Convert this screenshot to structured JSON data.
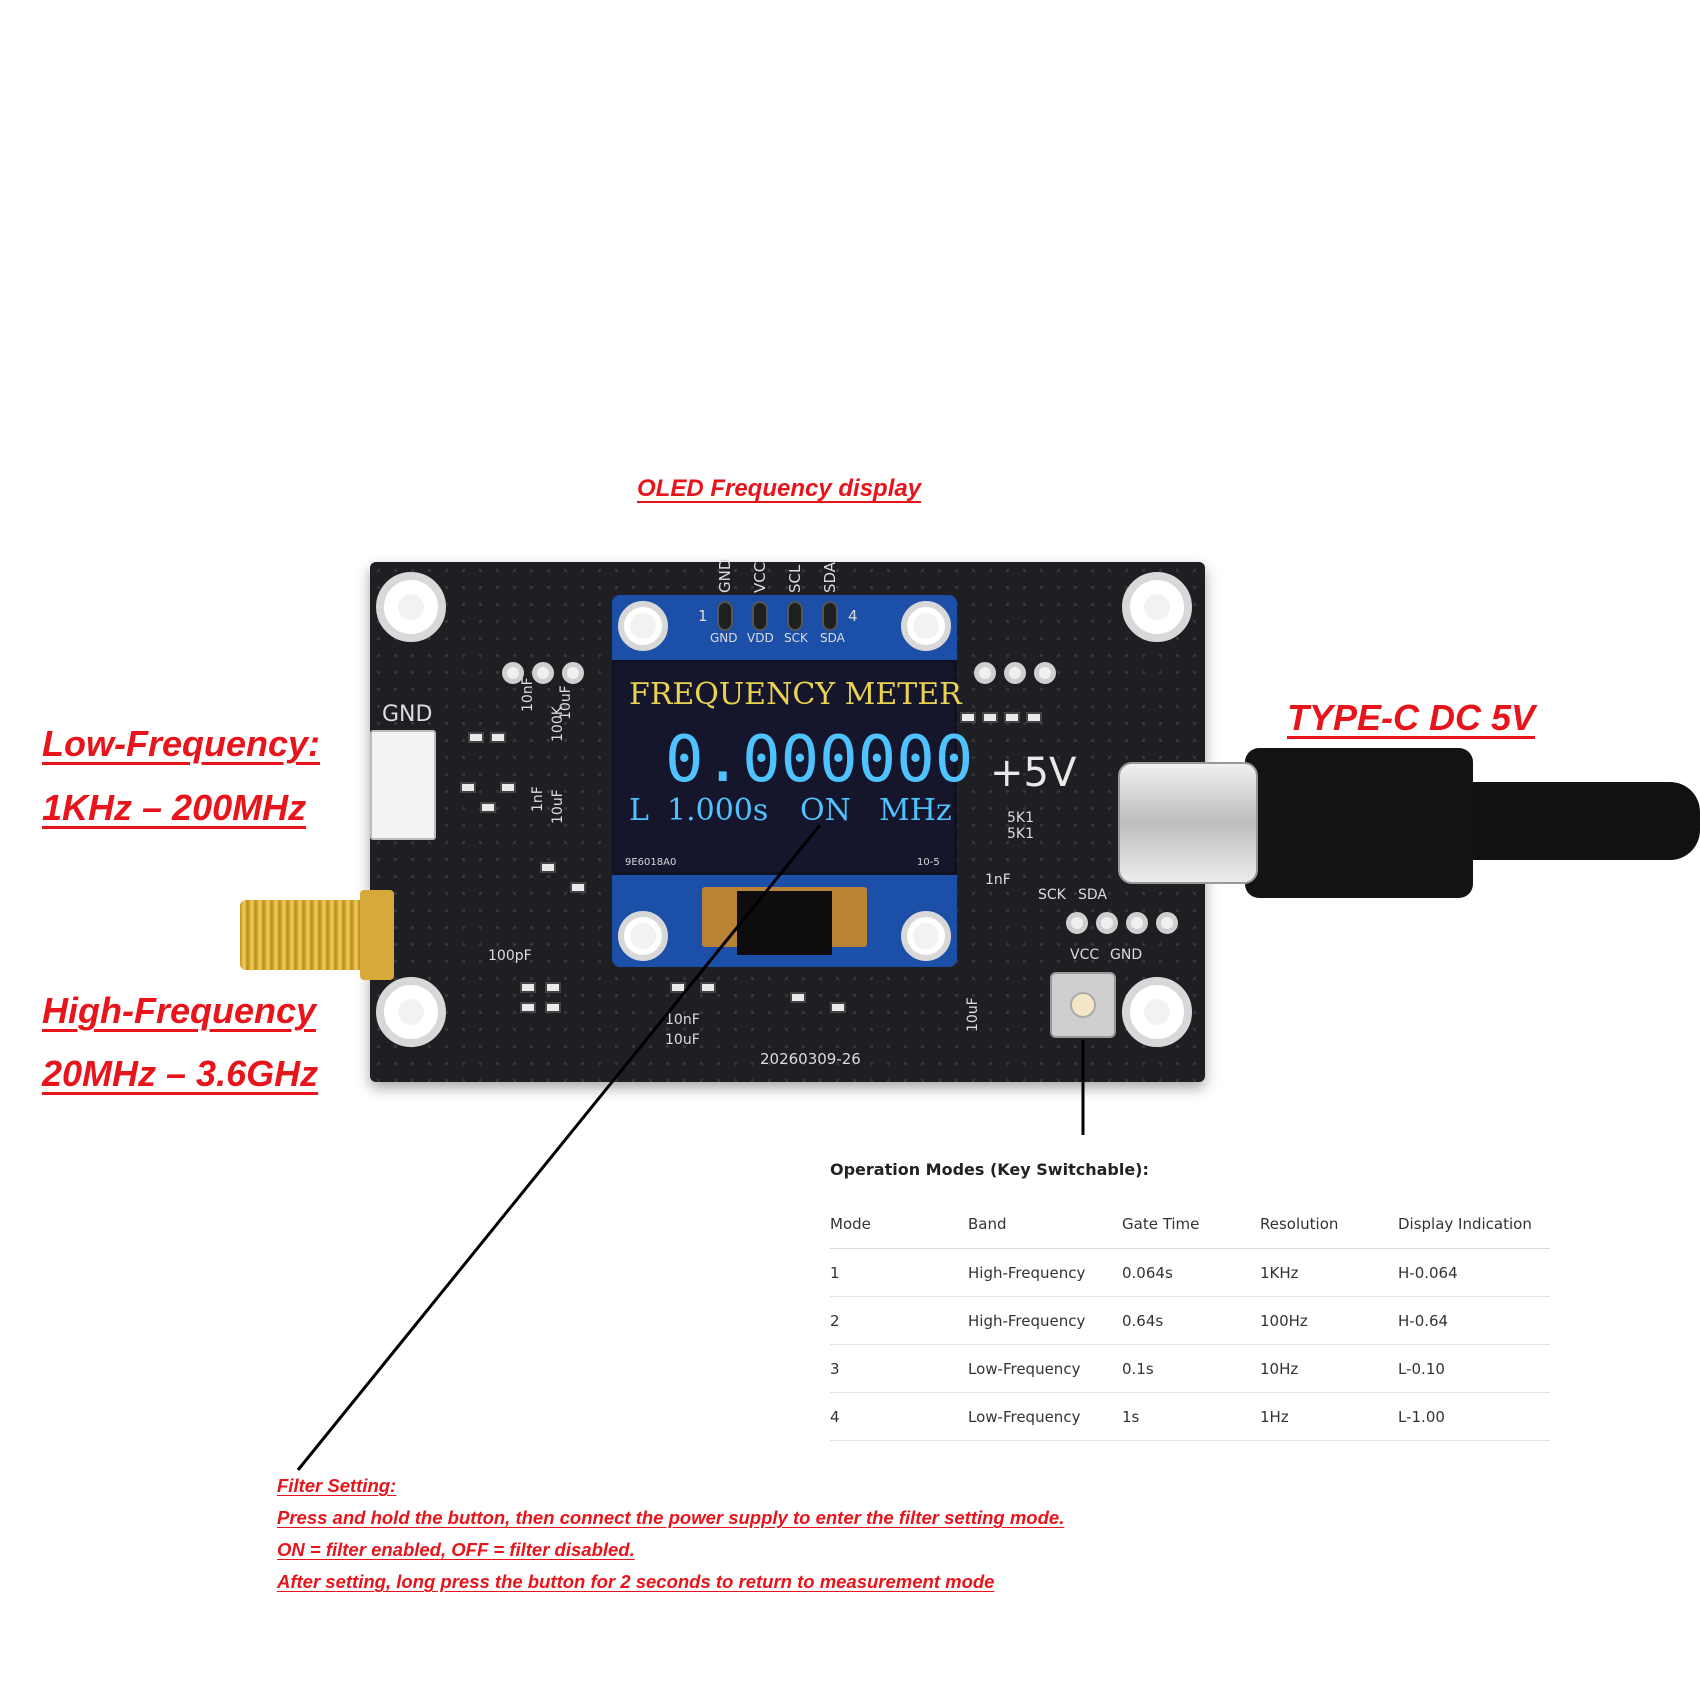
{
  "callouts": {
    "oled_display": "OLED Frequency display",
    "type_c": "TYPE-C DC 5V",
    "low_freq_title": "Low-Frequency:",
    "low_freq_range": "1KHz – 200MHz",
    "high_freq_title": "High-Frequency",
    "high_freq_range": "20MHz – 3.6GHz"
  },
  "oled": {
    "title": "FREQUENCY METER",
    "reading": "0.000000",
    "band": "L",
    "gate": "1.000s",
    "filter": "ON",
    "unit": "MHz",
    "pin_numbers": [
      "1",
      "4"
    ],
    "pins": [
      "GND",
      "VDD",
      "SCK",
      "SDA"
    ],
    "pins_vertical": [
      "GND",
      "VCC",
      "SCL",
      "SDA"
    ],
    "ribbon_code": "9E6018A0",
    "ribbon_rev": "10-5"
  },
  "board": {
    "gnd_label": "GND",
    "plus5v": "+5V",
    "r1": "5K1",
    "r2": "5K1",
    "cap_1nf": "1nF",
    "cap_100pf": "100pF",
    "cap_10nf_a": "10nF",
    "cap_10uf_a": "10uF",
    "res_100k": "100K",
    "cap_10uf_b": "10uF",
    "cap_10uf_c": "10uF",
    "cap_1nf_b": "1nF",
    "cap_10nf_b": "10nF",
    "cap_10uf_d": "10uF",
    "date_code": "20260309-26",
    "header_labels": [
      "SCK",
      "SDA",
      "VCC",
      "GND"
    ],
    "colors": {
      "board": "#1d1f23",
      "oled_pcb": "#1c4fa8",
      "oled_yellow": "#e9d34f",
      "oled_blue": "#4fc3ff"
    }
  },
  "modes": {
    "title": "Operation Modes (Key Switchable):",
    "headers": [
      "Mode",
      "Band",
      "Gate Time",
      "Resolution",
      "Display Indication"
    ],
    "rows": [
      [
        "1",
        "High-Frequency",
        "0.064s",
        "1KHz",
        "H-0.064"
      ],
      [
        "2",
        "High-Frequency",
        "0.64s",
        "100Hz",
        "H-0.64"
      ],
      [
        "3",
        "Low-Frequency",
        "0.1s",
        "10Hz",
        "L-0.10"
      ],
      [
        "4",
        "Low-Frequency",
        "1s",
        "1Hz",
        "L-1.00"
      ]
    ]
  },
  "filter_setting": {
    "title": "Filter Setting:",
    "line1": "Press and hold the button, then connect the power supply to enter the filter setting mode.",
    "line2": "ON = filter enabled, OFF = filter disabled.",
    "line3": "After setting, long press the button for 2 seconds to return to measurement mode"
  }
}
